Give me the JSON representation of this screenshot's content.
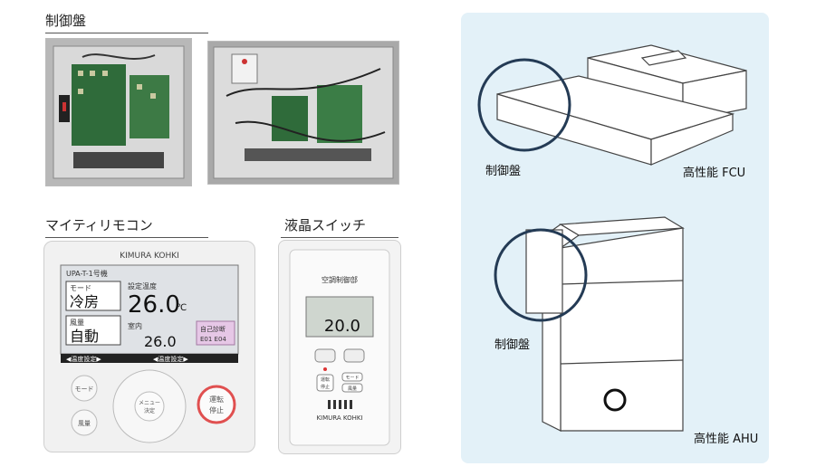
{
  "labels": {
    "control_panel_title": "制御盤",
    "mighty_remote_title": "マイティリモコン",
    "lcd_switch_title": "液晶スイッチ",
    "fcu_control_panel": "制御盤",
    "fcu_unit": "高性能 FCU",
    "ahu_control_panel": "制御盤",
    "ahu_unit": "高性能 AHU"
  },
  "remote": {
    "brand": "KIMURA KOHKI",
    "header": "UPA-T-1号機",
    "mode_label": "モード",
    "mode_value": "冷房",
    "setpoint_label": "設定温度",
    "setpoint_value": "26.0",
    "unit": "℃",
    "wind_label": "風量",
    "wind_value": "自動",
    "room_label": "室内",
    "room_value": "26.0",
    "status_label": "自己診断",
    "status_code": "E01 E04",
    "bar_left": "◀温度設定▶",
    "bar_right": "◀温度設定▶",
    "btn_mode": "モード",
    "btn_wind": "風量",
    "btn_menu": "メニュー",
    "btn_enter": "決定",
    "btn_run": "運転",
    "btn_stop": "停止"
  },
  "lcd_switch": {
    "title": "空調制御部",
    "temp": "20.0",
    "btn_a": "運転",
    "btn_b": "停止",
    "btn_mode": "モード",
    "btn_wind": "風量",
    "brand": "KIMURA KOHKI"
  },
  "colors": {
    "panel_bg": "#e3f1f8",
    "callout_circle": "#243b55",
    "run_button_ring": "#e05050"
  }
}
